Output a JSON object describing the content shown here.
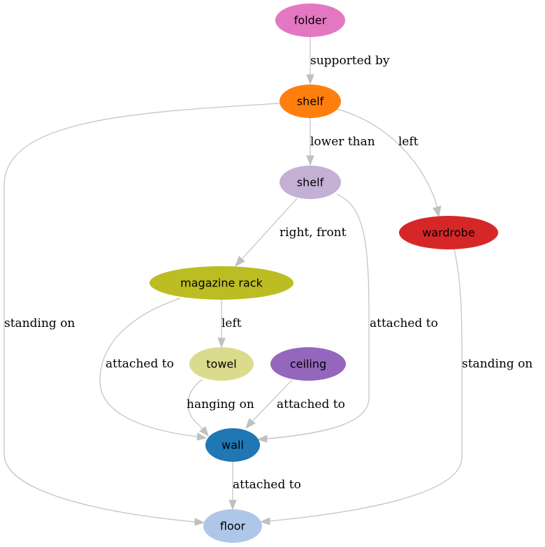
{
  "nodes": {
    "folder": {
      "label": "folder",
      "color": "#e377c2"
    },
    "shelf_top": {
      "label": "shelf",
      "color": "#ff7f0e"
    },
    "shelf_mid": {
      "label": "shelf",
      "color": "#c5b0d5"
    },
    "wardrobe": {
      "label": "wardrobe",
      "color": "#d62728"
    },
    "magazine_rack": {
      "label": "magazine rack",
      "color": "#bcbd22"
    },
    "towel": {
      "label": "towel",
      "color": "#dbdb8d"
    },
    "ceiling": {
      "label": "ceiling",
      "color": "#9467bd"
    },
    "wall": {
      "label": "wall",
      "color": "#1f77b4"
    },
    "floor": {
      "label": "floor",
      "color": "#aec7e8"
    }
  },
  "edges": {
    "folder_shelf": {
      "label": "supported by"
    },
    "shelf_shelf": {
      "label": "lower than"
    },
    "shelf_wardrobe": {
      "label": "left"
    },
    "shelf_floor": {
      "label": "standing on"
    },
    "shelf_magazine": {
      "label": "right, front"
    },
    "shelf_wall": {
      "label": "attached to"
    },
    "wardrobe_floor": {
      "label": "standing on"
    },
    "magazine_towel": {
      "label": "left"
    },
    "magazine_wall": {
      "label": "attached to"
    },
    "towel_wall": {
      "label": "hanging on"
    },
    "ceiling_wall": {
      "label": "attached to"
    },
    "wall_floor": {
      "label": "attached to"
    }
  },
  "edge_color": "#c0c0c0"
}
